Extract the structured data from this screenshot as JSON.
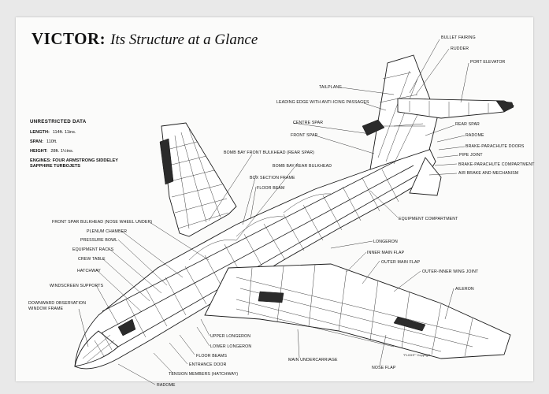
{
  "title": {
    "main": "VICTOR:",
    "sub": "Its Structure at a Glance"
  },
  "data_panel": {
    "heading": "UNRESTRICTED DATA",
    "length_label": "LENGTH:",
    "length_value": "114ft. 11ins.",
    "span_label": "SPAN:",
    "span_value": "110ft.",
    "height_label": "HEIGHT:",
    "height_value": "28ft. 1½ins.",
    "engines_label": "ENGINES:",
    "engines_value": "FOUR ARMSTRONG SIDDELEY SAPPHIRE TURBOJETS"
  },
  "labels": {
    "bullet_fairing": "BULLET FAIRING",
    "rudder": "RUDDER",
    "port_elevator": "PORT ELEVATOR",
    "tailplane": "TAILPLANE",
    "leading_edge": "LEADING EDGE WITH ANTI-ICING PASSAGES",
    "centre_spar": "CENTRE SPAR",
    "front_spar": "FRONT SPAR",
    "rear_spar": "REAR SPAR",
    "radome_tail": "RADOME",
    "brake_parachute_doors": "BRAKE-PARACHUTE DOORS",
    "pipe_joint": "PIPE JOINT",
    "brake_parachute_compartment": "BRAKE-PARACHUTE COMPARTMENT",
    "air_brake": "AIR BRAKE AND MECHANISM",
    "bomb_bay_front_bulkhead": "BOMB BAY FRONT BULKHEAD (REAR SPAR)",
    "bomb_bay_rear_bulkhead": "BOMB BAY REAR BULKHEAD",
    "box_section_frame": "BOX SECTION FRAME",
    "floor_beam": "FLOOR BEAM",
    "equipment_compartment": "EQUIPMENT COMPARTMENT",
    "front_spar_bulkhead": "FRONT SPAR BULKHEAD (NOSE WHEEL UNDER)",
    "plenum_chamber": "PLENUM CHAMBER",
    "pressure_bowl": "PRESSURE BOWL",
    "equipment_racks": "EQUIPMENT RACKS",
    "crew_table": "CREW TABLE",
    "hatchway": "HATCHWAY",
    "windscreen_supports": "WINDSCREEN SUPPORTS",
    "downward_observation_1": "DOWNWARD OBSERVATION",
    "downward_observation_2": "WINDOW FRAME",
    "longeron": "LONGERON",
    "inner_main_flap": "INNER MAIN FLAP",
    "outer_main_flap": "OUTER MAIN FLAP",
    "outer_inner_wing_joint": "OUTER-INNER WING JOINT",
    "aileron": "AILERON",
    "upper_longeron": "UPPER LONGERON",
    "lower_longeron": "LOWER LONGERON",
    "floor_beams": "FLOOR BEAMS",
    "entrance_door": "ENTRANCE DOOR",
    "tension_members": "TENSION MEMBERS (HATCHWAY)",
    "radome_nose": "RADOME",
    "main_undercarriage": "MAIN UNDERCARRIAGE",
    "nose_flap": "NOSE FLAP"
  },
  "signature": "\"FLIGHT\" Copyright"
}
